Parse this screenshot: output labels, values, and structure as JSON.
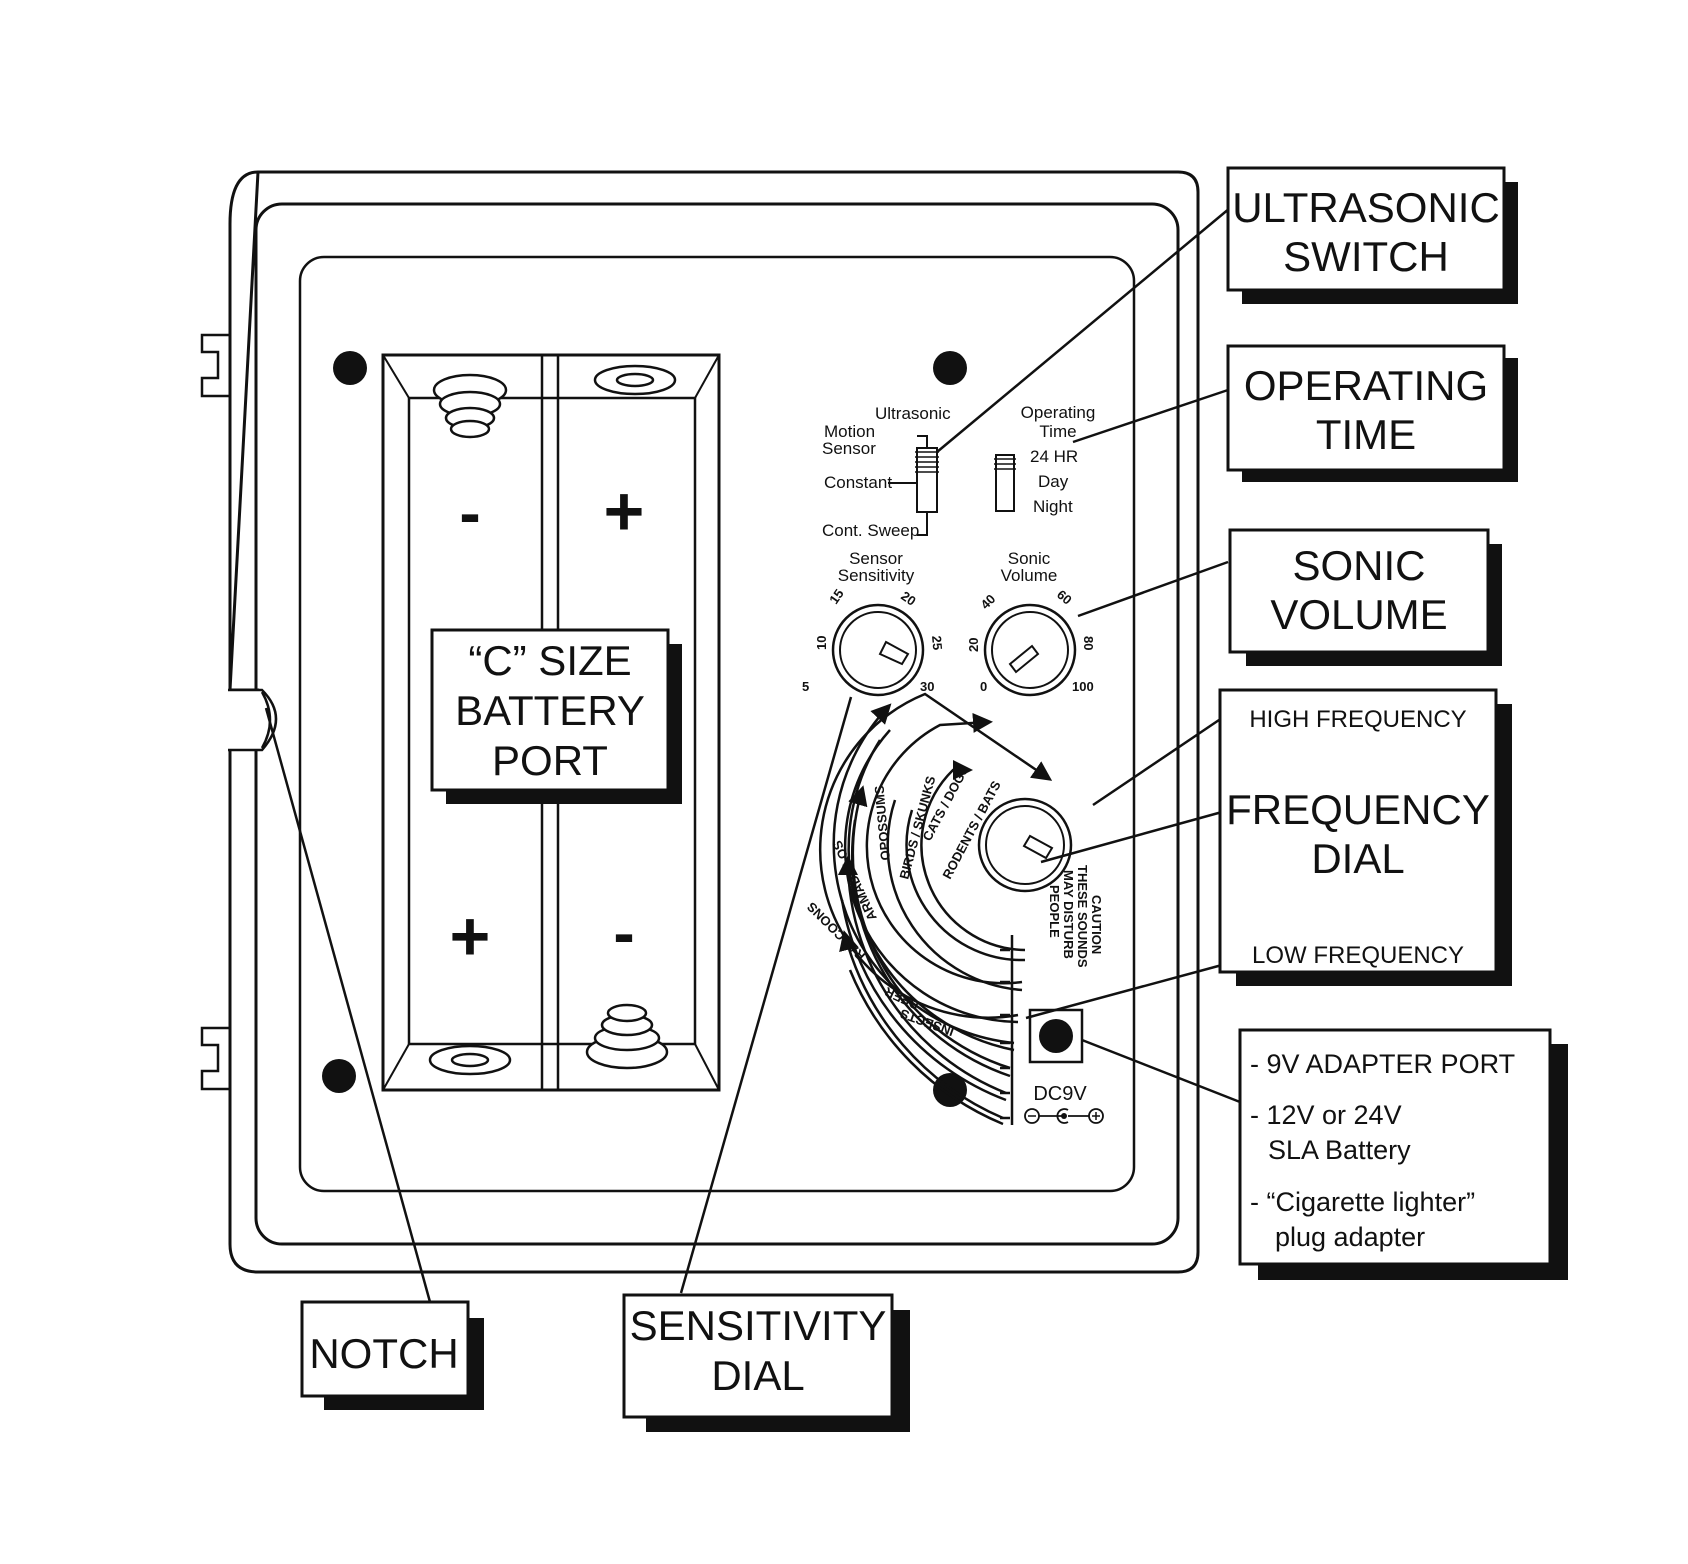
{
  "callouts": {
    "ultrasonic_switch": [
      "ULTRASONIC",
      "SWITCH"
    ],
    "operating_time": [
      "OPERATING",
      "TIME"
    ],
    "sonic_volume": [
      "SONIC",
      "VOLUME"
    ],
    "frequency_dial": {
      "top": "HIGH FREQUENCY",
      "main": [
        "FREQUENCY",
        "DIAL"
      ],
      "bottom": "LOW FREQUENCY"
    },
    "adapter_port": {
      "line1": "- 9V ADAPTER PORT",
      "line2": "- 12V or 24V",
      "line3": "SLA Battery",
      "line4": "- “Cigarette lighter”",
      "line5": "plug adapter"
    },
    "battery_port": [
      "“C” SIZE",
      "BATTERY",
      "PORT"
    ],
    "notch": "NOTCH",
    "sensitivity_dial": [
      "SENSITIVITY",
      "DIAL"
    ]
  },
  "battery": {
    "top_left_sign": "-",
    "top_right_sign": "+",
    "bottom_left_sign": "+",
    "bottom_right_sign": "-"
  },
  "panel": {
    "switch1": {
      "title": "Ultrasonic",
      "motion": [
        "Motion",
        "Sensor"
      ],
      "constant": "Constant",
      "sweep": "Cont. Sweep"
    },
    "switch2": {
      "title": [
        "Operating",
        "Time"
      ],
      "opt1": "24 HR",
      "opt2": "Day",
      "opt3": "Night"
    },
    "sensitivity": {
      "title": [
        "Sensor",
        "Sensitivity"
      ],
      "ticks": [
        "5",
        "10",
        "15",
        "20",
        "25",
        "30"
      ]
    },
    "volume": {
      "title": [
        "Sonic",
        "Volume"
      ],
      "ticks": [
        "0",
        "20",
        "40",
        "60",
        "80",
        "100"
      ]
    },
    "frequency_bands": [
      "RODENTS / BATS",
      "CATS / DOGS",
      "BIRDS / SKUNKS",
      "OPOSSUMS",
      "ARMADILLOS",
      "RACCOONS",
      "DEER",
      "INSECTS"
    ],
    "caution": [
      "CAUTION",
      "THESE SOUNDS",
      "MAY DISTURB",
      "PEOPLE"
    ],
    "dc_label": "DC9V"
  }
}
